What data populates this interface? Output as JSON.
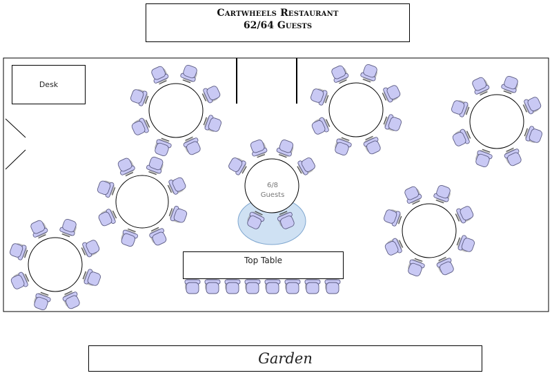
{
  "header": {
    "venue": "Cartwheels Restaurant",
    "guest_count": "62/64 Guests"
  },
  "desk_label": "Desk",
  "top_table_label": "Top Table",
  "selected_table": {
    "count": "6/8",
    "unit": "Guests"
  },
  "garden_label": "Garden",
  "colors": {
    "chair_fill": "#c9c9f4",
    "chair_stroke": "#5a5a82",
    "chair_shadow": "#8a8a8a",
    "selection_fill": "#cfe1f3",
    "selection_stroke": "#7ea6cf"
  },
  "tables": [
    {
      "id": "table-nw",
      "seats": 8
    },
    {
      "id": "table-ne-center",
      "seats": 8
    },
    {
      "id": "table-ne",
      "seats": 8
    },
    {
      "id": "table-w",
      "seats": 8
    },
    {
      "id": "table-center",
      "seats": 6
    },
    {
      "id": "table-e",
      "seats": 8
    },
    {
      "id": "table-sw",
      "seats": 8
    }
  ],
  "top_table_seats": 8
}
